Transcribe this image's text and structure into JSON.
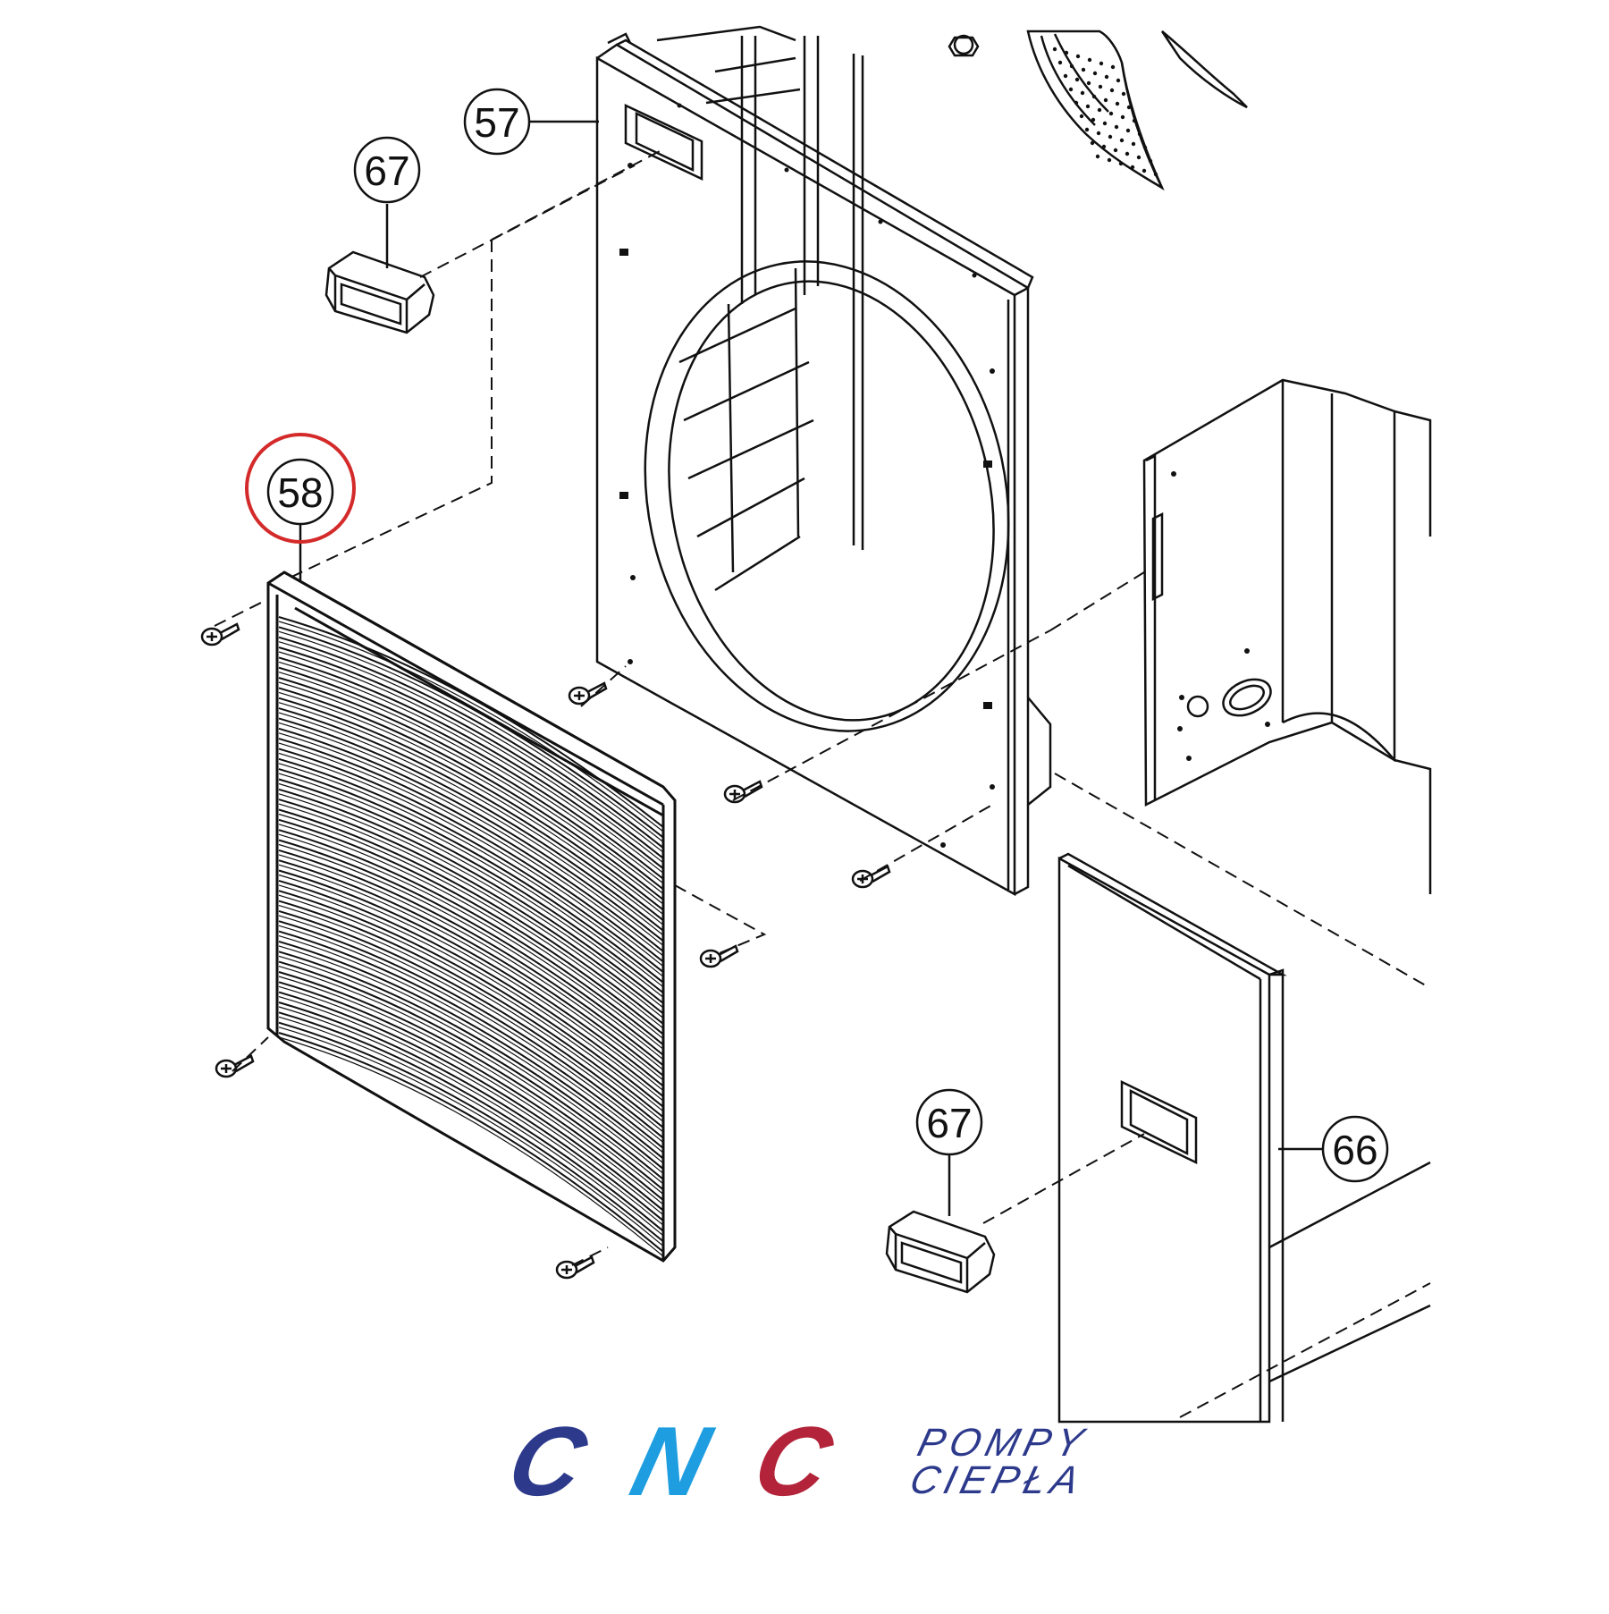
{
  "diagram": {
    "part_labels": {
      "p57": "57",
      "p67_top": "67",
      "p58": "58",
      "p67_bottom": "67",
      "p66": "66"
    },
    "highlighted_part": "58",
    "colors": {
      "line": "#111111",
      "highlight": "#d42a2a",
      "logo_navy": "#2d3a8c",
      "logo_blue": "#1e9ee0",
      "logo_red": "#b3243a"
    }
  },
  "logo": {
    "letter_c1": "C",
    "letter_n": "N",
    "letter_c2": "C",
    "line1": "POMPY",
    "line2": "CIEPŁA"
  }
}
